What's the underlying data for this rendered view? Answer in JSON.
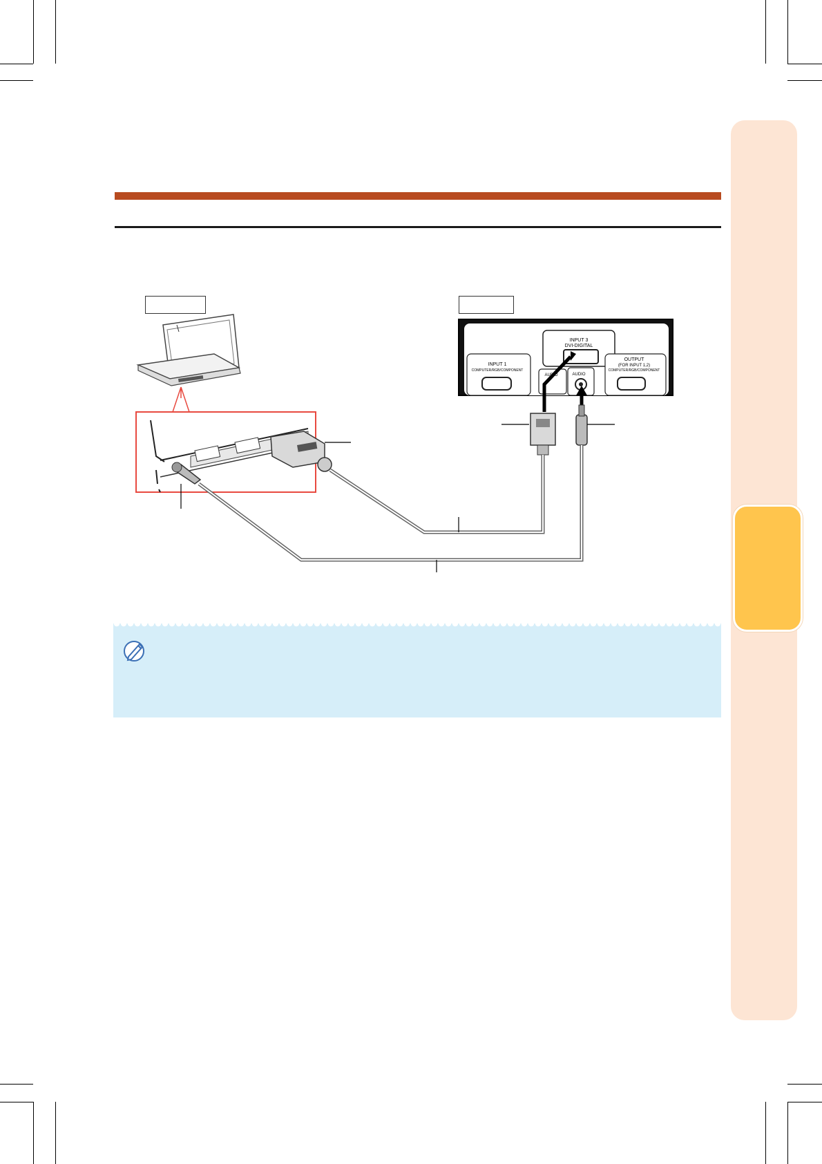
{
  "page": {
    "laptop_label": "",
    "projector_label": ""
  },
  "projector_panel": {
    "input1_label": "INPUT 1",
    "input1_sub": "COMPUTER/RGB/COMPONENT",
    "input3_label": "INPUT 3",
    "input3_sub": "DVI-DIGITAL",
    "audio_left": "AUDIO",
    "audio_right": "AUDIO",
    "output_label": "OUTPUT",
    "output_sub1": "(FOR INPUT 1,2)",
    "output_sub2": "COMPUTER/RGB/COMPONENT"
  },
  "colors": {
    "accent_bar": "#b84b20",
    "side_tab": "#fde5d4",
    "side_tab_active": "#ffc54d",
    "note_bg": "#d6eef9",
    "callout_frame": "#e8493f"
  },
  "icons": {
    "note": "pencil-note-icon"
  }
}
